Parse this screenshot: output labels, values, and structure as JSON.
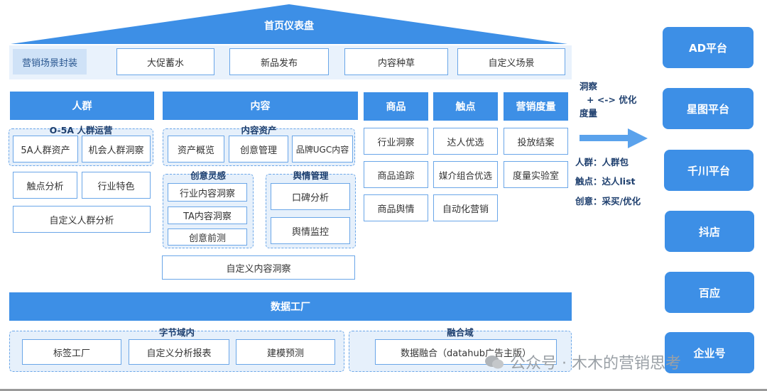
{
  "header": {
    "title": "首页仪表盘"
  },
  "scene_bar": {
    "label": "营销场景封装",
    "items": [
      "大促蓄水",
      "新品发布",
      "内容种草",
      "自定义场景"
    ]
  },
  "crowd": {
    "title": "人群",
    "group_title": "O-5A 人群运营",
    "group_items": [
      "5A人群资产",
      "机会人群洞察"
    ],
    "items": [
      "触点分析",
      "行业特色"
    ],
    "custom": "自定义人群分析"
  },
  "content": {
    "title": "内容",
    "assets_title": "内容资产",
    "assets_items": [
      "资产概览",
      "创意管理",
      "品牌UGC内容"
    ],
    "creative_title": "创意灵感",
    "creative_items": [
      "行业内容洞察",
      "TA内容洞察",
      "创意前测"
    ],
    "opinion_title": "舆情管理",
    "opinion_items": [
      "口碑分析",
      "舆情监控"
    ],
    "custom": "自定义内容洞察"
  },
  "goods": {
    "title": "商品",
    "items": [
      "行业洞察",
      "商品追踪",
      "商品舆情"
    ]
  },
  "touch": {
    "title": "触点",
    "items": [
      "达人优选",
      "媒介组合优选",
      "自动化营销"
    ]
  },
  "measure": {
    "title": "营销度量",
    "items": [
      "投放结案",
      "度量实验室"
    ]
  },
  "factory": {
    "title": "数据工厂",
    "byte_title": "字节域内",
    "byte_items": [
      "标签工厂",
      "自定义分析报表",
      "建模预测"
    ],
    "fusion_title": "融合域",
    "fusion_item": "数据融合（datahub广告主版）"
  },
  "notes": {
    "line1": "洞察",
    "line2": "+ <-> 优化",
    "line3": "度量",
    "crowd": "人群：人群包",
    "touch": "触点：达人list",
    "creative": "创意：采买/优化"
  },
  "platforms": [
    "AD平台",
    "星图平台",
    "千川平台",
    "抖店",
    "百应",
    "企业号"
  ],
  "watermark": "公众号 · 木木的营销思考",
  "colors": {
    "primary": "#3d8fe6",
    "light": "#e6f0fb",
    "border": "#6aa6e8",
    "text": "#1e3f6e"
  }
}
